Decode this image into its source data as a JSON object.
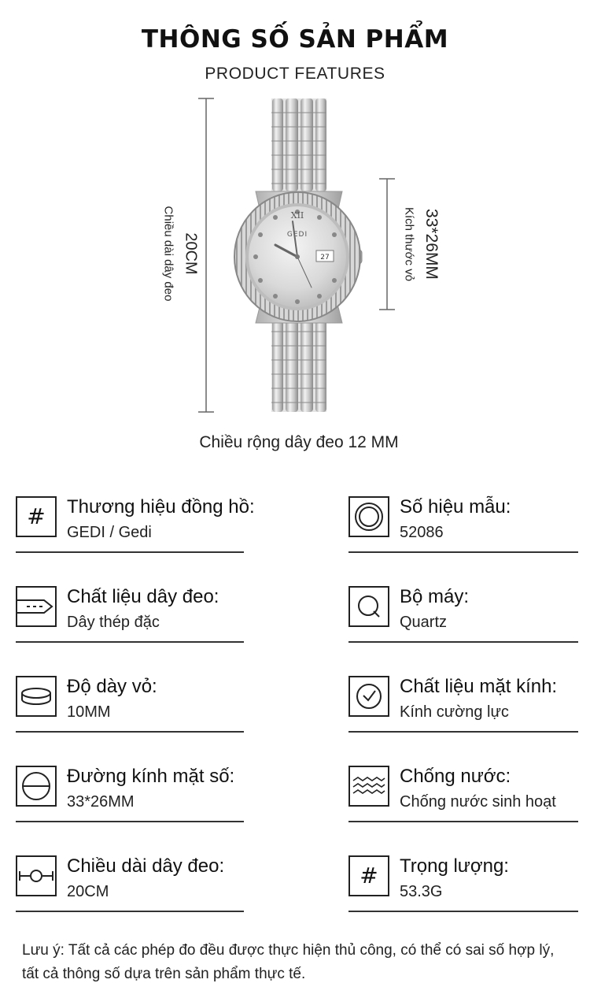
{
  "header": {
    "title": "THÔNG SỐ SẢN PHẨM",
    "subtitle": "PRODUCT FEATURES"
  },
  "hero": {
    "brand_on_dial": "GEDI",
    "date_on_dial": "27",
    "strap_length": "20CM",
    "strap_length_caption": "Chiều dài dây đeo",
    "case_size": "33*26MM",
    "case_size_caption": "Kích thước vỏ",
    "strap_width": "Chiều rộng dây đeo 12 MM"
  },
  "specs": {
    "brand": {
      "label": "Thương hiệu đồng hồ:",
      "value": "GEDI / Gedi",
      "icon": "hash-icon"
    },
    "model": {
      "label": "Số hiệu mẫu:",
      "value": "52086",
      "icon": "double-circle-icon"
    },
    "strap": {
      "label": "Chất liệu dây đeo:",
      "value": "Dây thép đặc",
      "icon": "strap-icon"
    },
    "movement": {
      "label": "Bộ máy:",
      "value": "Quartz",
      "icon": "quartz-icon"
    },
    "thickness": {
      "label": "Độ dày vỏ:",
      "value": "10MM",
      "icon": "case-thickness-icon"
    },
    "glass": {
      "label": "Chất liệu mặt kính:",
      "value": "Kính cường lực",
      "icon": "clock-icon"
    },
    "diameter": {
      "label": "Đường kính mặt số:",
      "value": "33*26MM",
      "icon": "dial-diameter-icon"
    },
    "water": {
      "label": "Chống nước:",
      "value": "Chống nước sinh hoạt",
      "icon": "water-wave-icon"
    },
    "length": {
      "label": "Chiều dài dây đeo:",
      "value": "20CM",
      "icon": "strap-length-icon"
    },
    "weight": {
      "label": "Trọng lượng:",
      "value": "53.3G",
      "icon": "hash-icon"
    }
  },
  "note": "Lưu ý: Tất cả các phép đo đều được thực hiện thủ công, có thể có sai số hợp lý, tất cả thông số dựa trên sản phẩm thực tế.",
  "colors": {
    "text": "#111111",
    "silver": "#c8c8c8",
    "line": "#333333"
  }
}
